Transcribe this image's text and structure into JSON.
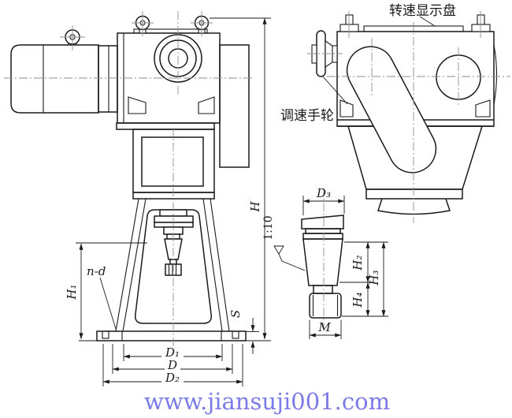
{
  "drawing": {
    "callouts": {
      "speed_display_panel": "转速显示盘",
      "speed_handwheel": "调速手轮"
    },
    "dims": {
      "H": "H",
      "H1": "H₁",
      "H2": "H₂",
      "H3": "H₃",
      "H4": "H₄",
      "D": "D",
      "D1": "D₁",
      "D2": "D₂",
      "D3": "D₃",
      "M": "M",
      "S": "S",
      "nd": "n-d",
      "taper": "1:10"
    },
    "watermark": {
      "text": "www.jiansuji001.com",
      "color": "#7b7be8"
    },
    "colors": {
      "line": "#1a1a1a",
      "centerline": "#8f8f8f",
      "background": "#ffffff"
    }
  }
}
